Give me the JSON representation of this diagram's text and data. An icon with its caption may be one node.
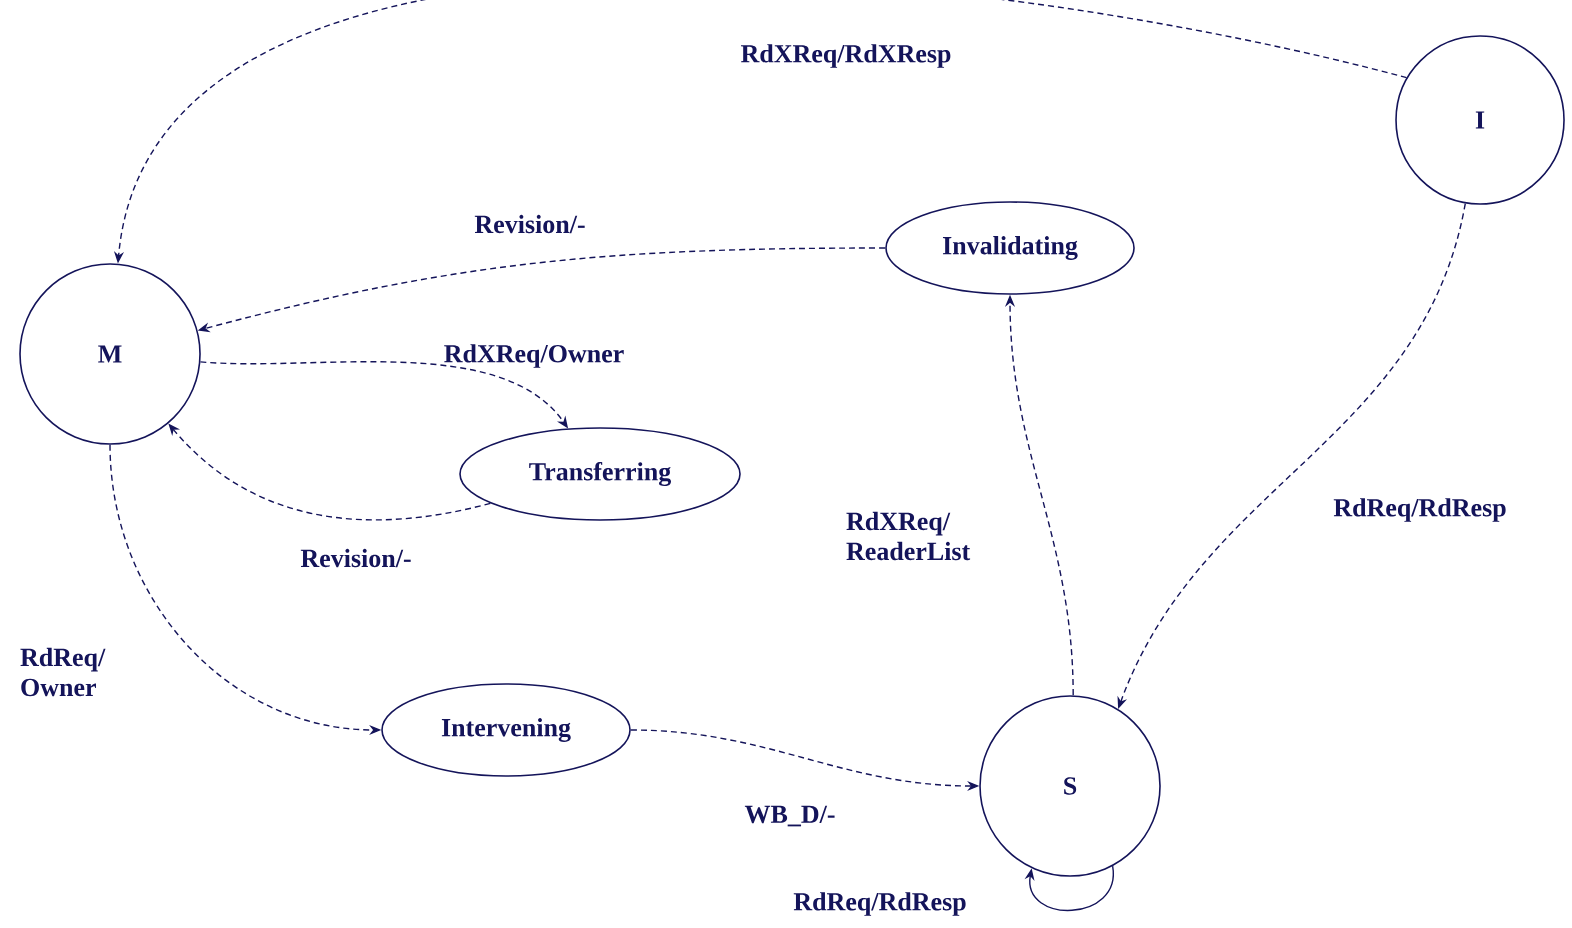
{
  "diagram": {
    "nodes": [
      {
        "text": [
          "M"
        ]
      },
      {
        "text": [
          "I"
        ]
      },
      {
        "text": [
          "Invalidating"
        ]
      },
      {
        "text": [
          "Transferring"
        ]
      },
      {
        "text": [
          "Intervening"
        ]
      },
      {
        "text": [
          "S"
        ]
      }
    ],
    "edges": [
      {
        "from": 1,
        "to": 0,
        "arrow": "to",
        "label": "RdXReq/RdXResp",
        "style": "dashed"
      },
      {
        "from": 2,
        "to": 0,
        "arrow": "to",
        "label": "Revision/-",
        "style": "dashed"
      },
      {
        "from": 0,
        "to": 3,
        "arrow": "to",
        "label": "RdXReq/Owner",
        "style": "dashed"
      },
      {
        "from": 3,
        "to": 0,
        "arrow": "to",
        "label": "Revision/-",
        "style": "dashed"
      },
      {
        "from": 0,
        "to": 4,
        "arrow": "to",
        "label": "RdReq/ Owner",
        "style": "dashed"
      },
      {
        "from": 4,
        "to": 5,
        "arrow": "to",
        "label": "WB_D/-",
        "style": "dashed"
      },
      {
        "from": 5,
        "to": 2,
        "arrow": "to",
        "label": "RdXReq/ ReaderList",
        "style": "dashed"
      },
      {
        "from": 1,
        "to": 5,
        "arrow": "to",
        "label": "RdReq/RdResp",
        "style": "dashed"
      },
      {
        "from": 5,
        "to": 5,
        "arrow": "to",
        "label": "RdReq/RdResp"
      }
    ]
  }
}
